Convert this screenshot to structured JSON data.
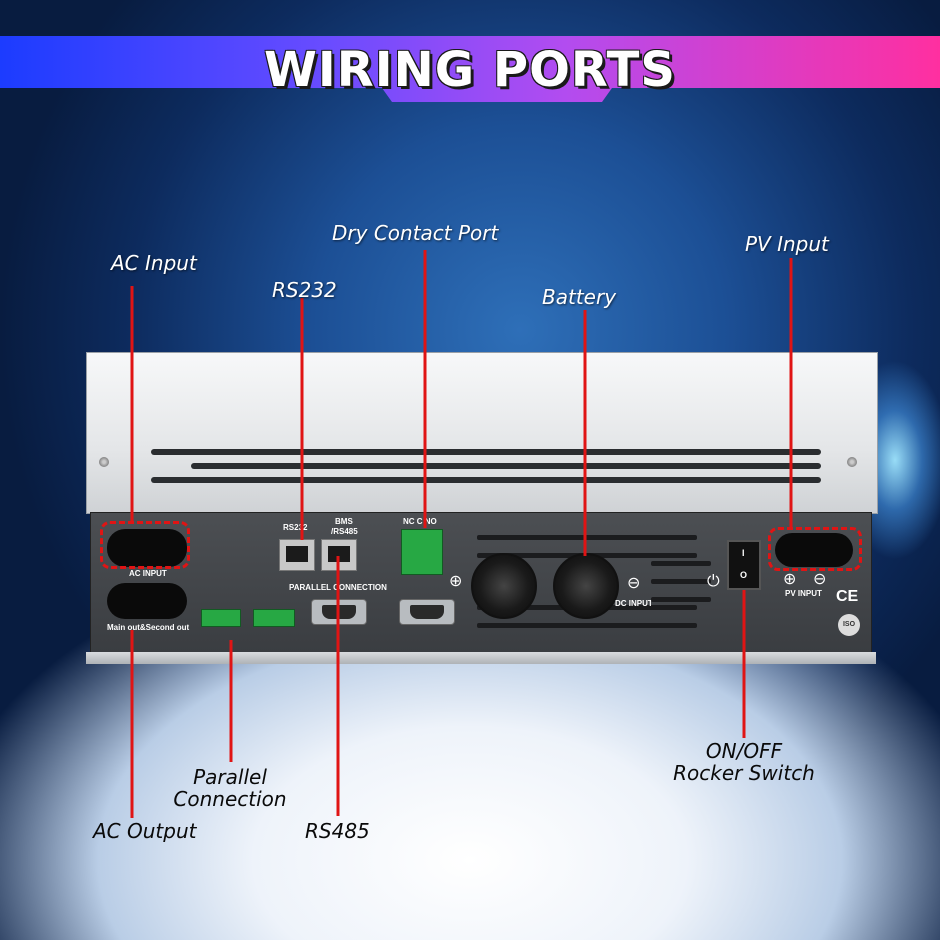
{
  "banner": {
    "title": "WIRING PORTS"
  },
  "callouts": {
    "ac_input": "AC Input",
    "rs232": "RS232",
    "dry_contact": "Dry Contact Port",
    "battery": "Battery",
    "pv_input": "PV Input",
    "parallel_line1": "Parallel",
    "parallel_line2": "Connection",
    "ac_output": "AC Output",
    "rs485": "RS485",
    "switch_line1": "ON/OFF",
    "switch_line2": "Rocker Switch"
  },
  "panel_labels": {
    "ac_input": "AC INPUT",
    "main_out": "Main out&Second out",
    "rs232": "RS232",
    "bms": "BMS",
    "rs485": "/RS485",
    "dry": "NC  C  NO",
    "parallel": "PARALLEL CONNECTION",
    "dc_input": "DC INPUT",
    "pv_input": "PV INPUT",
    "ce": "CE",
    "iso": "ISO"
  },
  "icons": {
    "plus": "⊕",
    "minus": "⊖",
    "power": "⏻",
    "rocker_on": "I",
    "rocker_off": "O"
  },
  "colors": {
    "leader_line": "#e01414",
    "banner_start": "#1c3cff",
    "banner_end": "#ff2fa0"
  }
}
